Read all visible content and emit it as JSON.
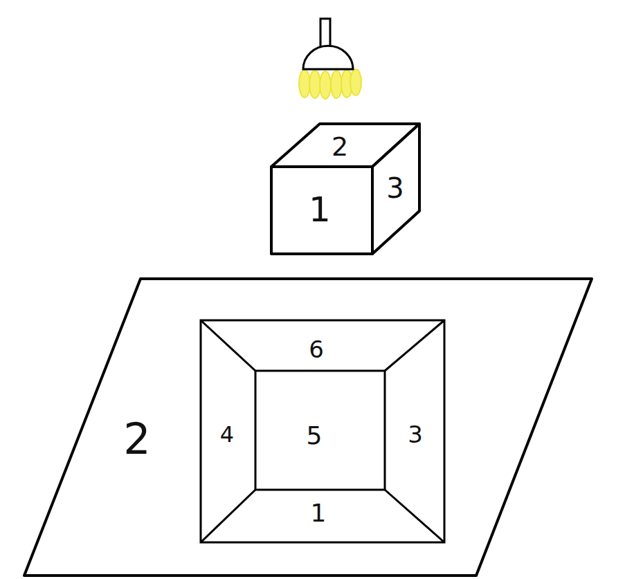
{
  "diagram": {
    "labels": [
      "2",
      "3",
      "1",
      "6",
      "2",
      "4",
      "5",
      "3",
      "1"
    ]
  }
}
